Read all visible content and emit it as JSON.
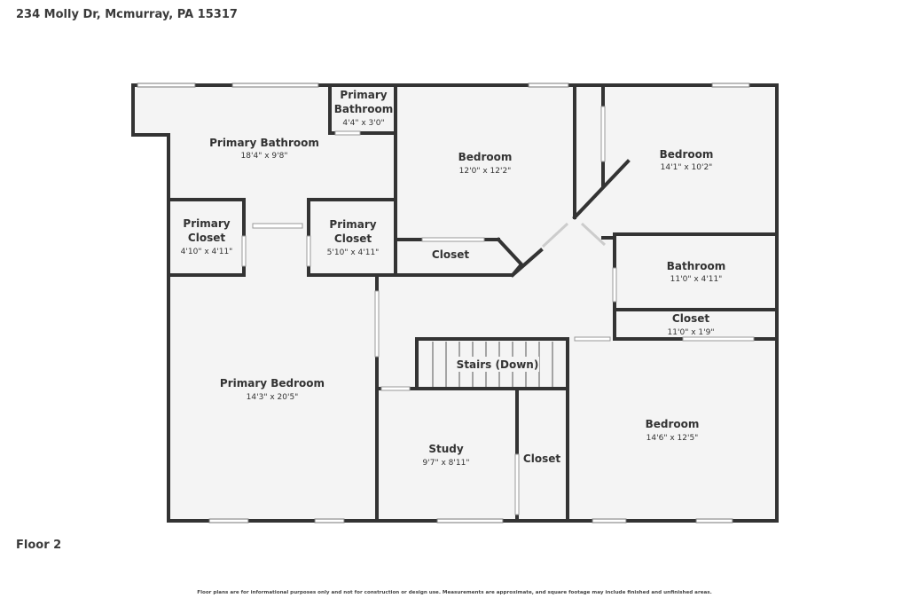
{
  "header": {
    "address": "234 Molly Dr, Mcmurray, PA 15317"
  },
  "footer": {
    "floor": "Floor 2",
    "disclaimer": "Floor plans are for informational purposes only and not for construction or design use. Measurements are approximate, and square footage may include finished and unfinished areas."
  },
  "colors": {
    "wall": "#333333",
    "floor": "#f4f4f4",
    "window": "#ffffff"
  },
  "rooms": {
    "primary_bath_small": {
      "name": [
        "Primary",
        "Bathroom"
      ],
      "dims": "4'4\" x 3'0\""
    },
    "primary_bath": {
      "name": [
        "Primary Bathroom"
      ],
      "dims": "18'4\" x 9'8\""
    },
    "bedroom_1": {
      "name": [
        "Bedroom"
      ],
      "dims": "12'0\" x 12'2\""
    },
    "bedroom_2": {
      "name": [
        "Bedroom"
      ],
      "dims": "14'1\" x 10'2\""
    },
    "primary_closet_1": {
      "name": [
        "Primary",
        "Closet"
      ],
      "dims": "4'10\" x 4'11\""
    },
    "primary_closet_2": {
      "name": [
        "Primary",
        "Closet"
      ],
      "dims": "5'10\" x 4'11\""
    },
    "closet_bedroom": {
      "name": [
        "Closet"
      ],
      "dims": ""
    },
    "bathroom": {
      "name": [
        "Bathroom"
      ],
      "dims": "11'0\" x 4'11\""
    },
    "closet_hall": {
      "name": [
        "Closet"
      ],
      "dims": "11'0\" x 1'9\""
    },
    "stairs": {
      "name": [
        "Stairs (Down)"
      ],
      "dims": ""
    },
    "primary_bedroom": {
      "name": [
        "Primary Bedroom"
      ],
      "dims": "14'3\" x 20'5\""
    },
    "study": {
      "name": [
        "Study"
      ],
      "dims": "9'7\" x 8'11\""
    },
    "closet_study": {
      "name": [
        "Closet"
      ],
      "dims": ""
    },
    "bedroom_3": {
      "name": [
        "Bedroom"
      ],
      "dims": "14'6\" x 12'5\""
    }
  }
}
